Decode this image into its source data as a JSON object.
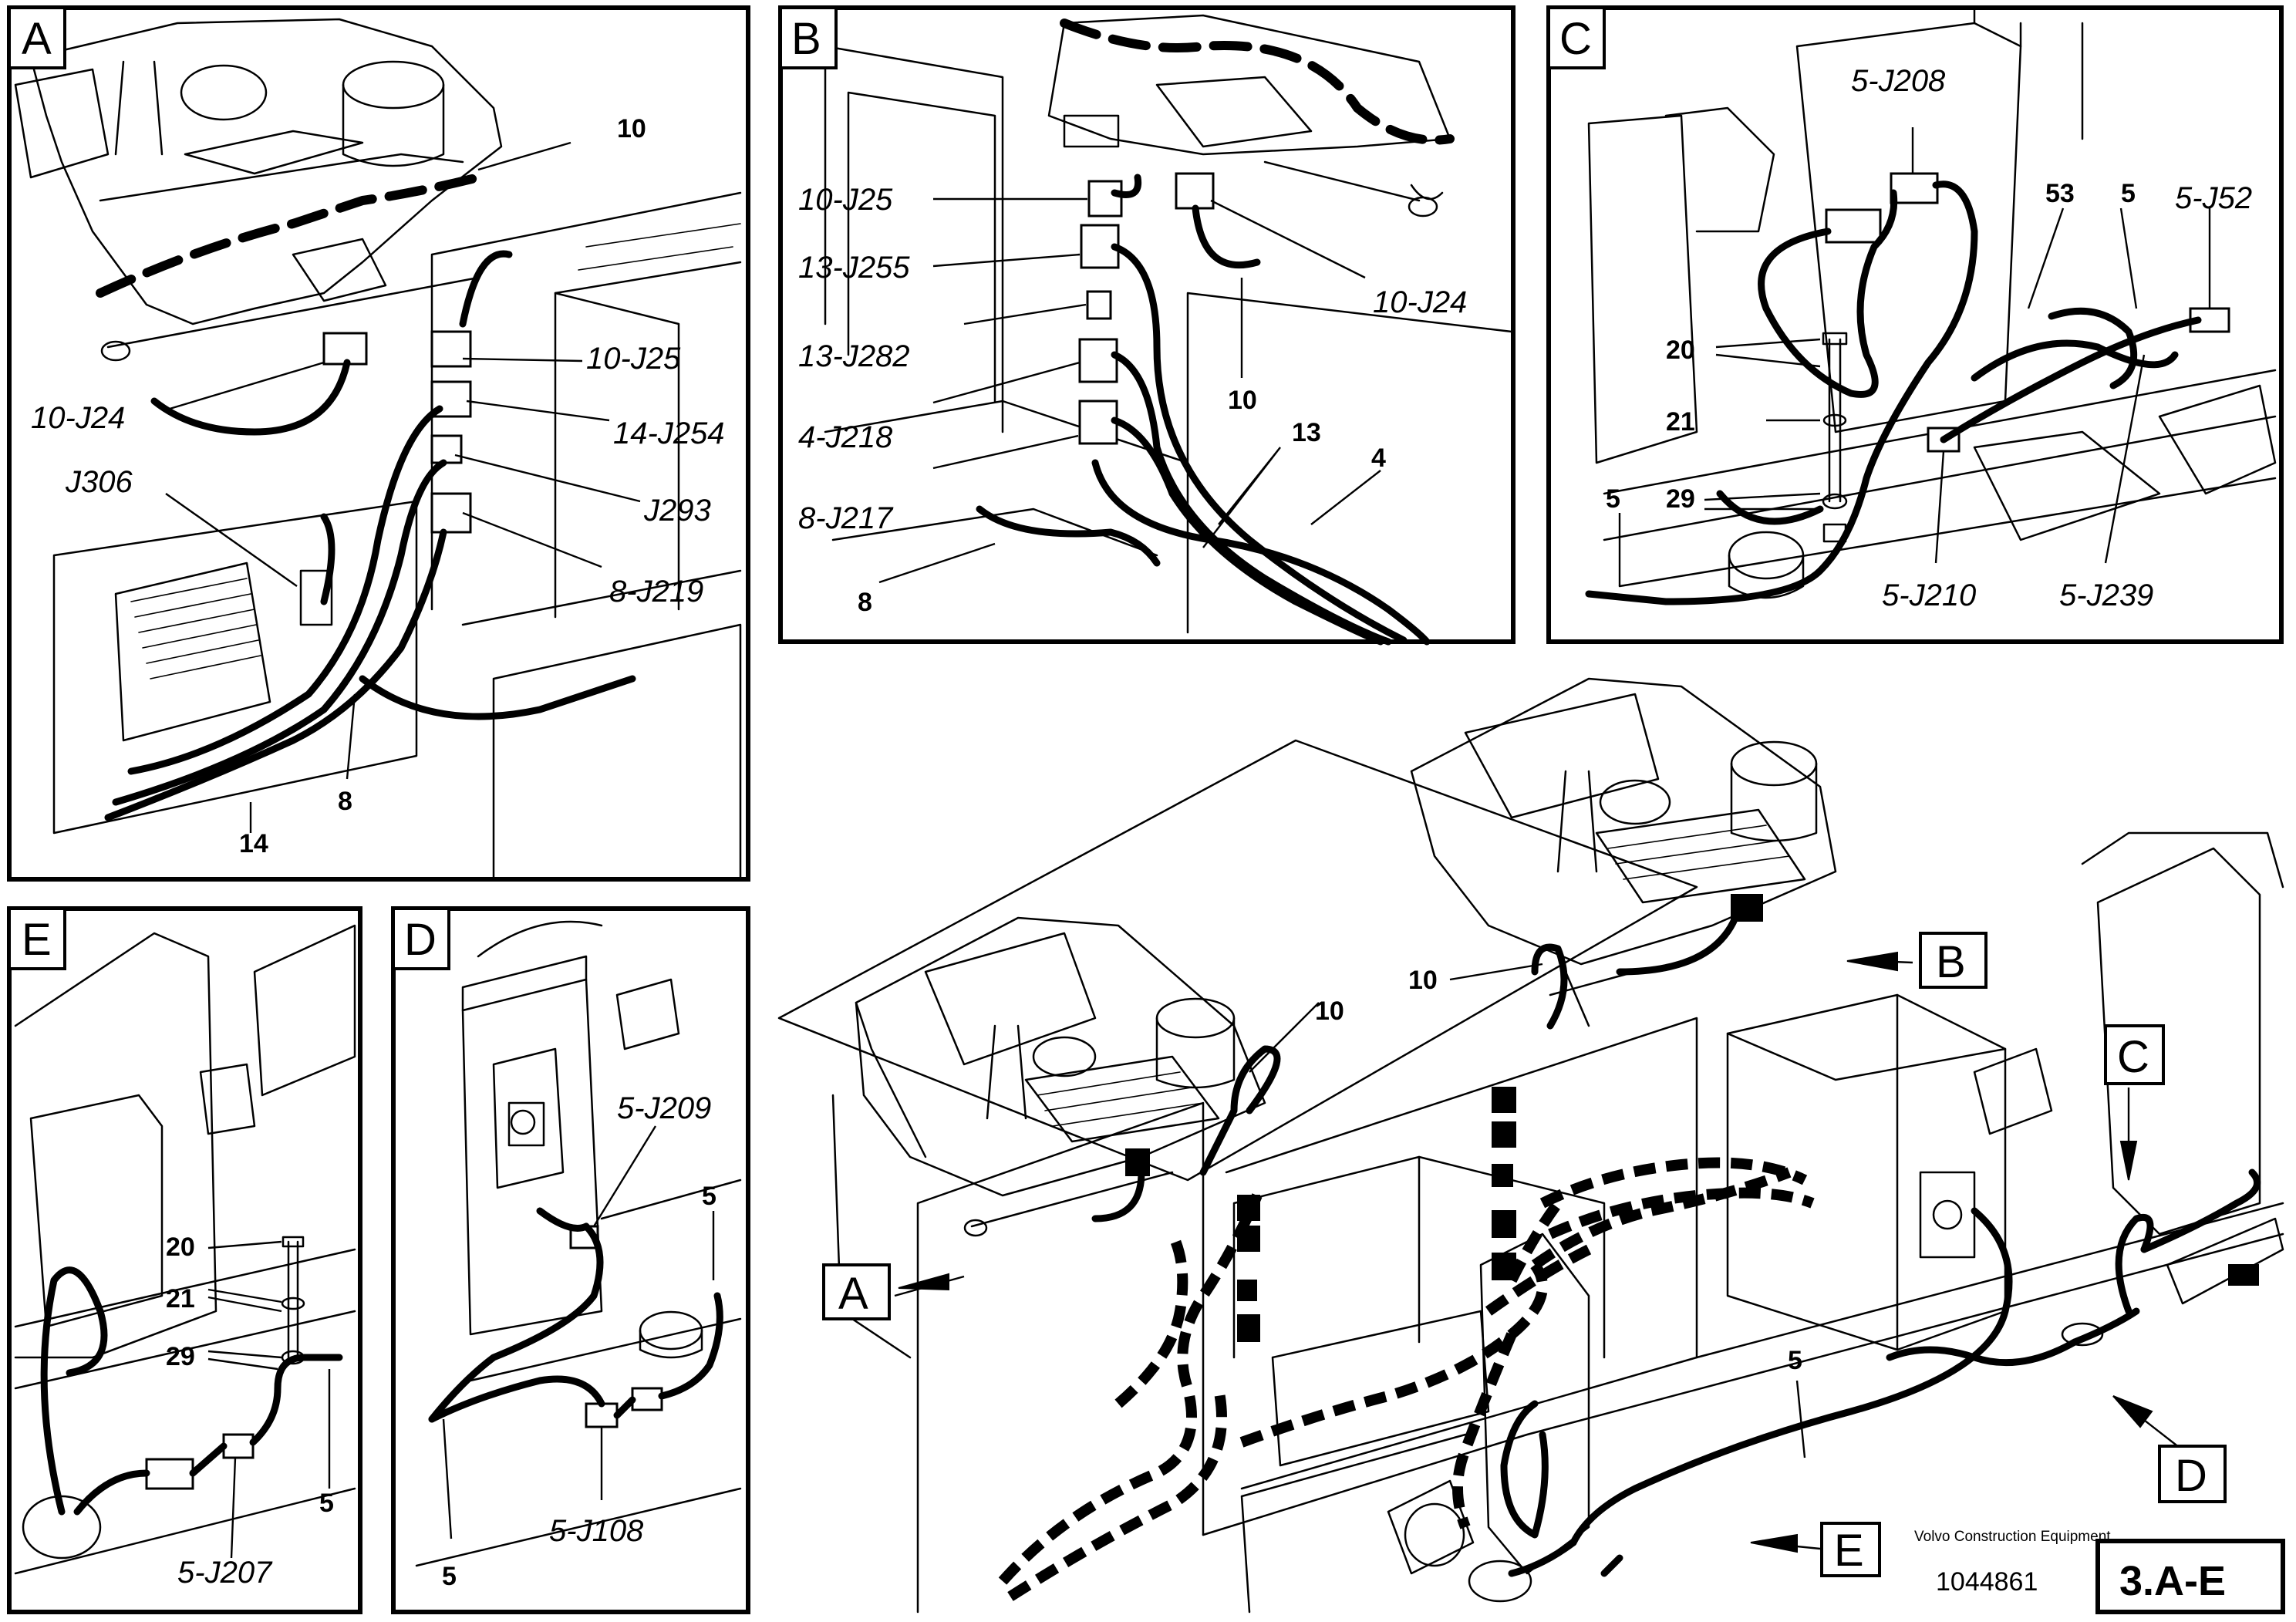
{
  "panels": {
    "A": {
      "tag": "A",
      "labels": {
        "l10": "10",
        "l10_J25": "10-J25",
        "l14_J254": "14-J254",
        "l10_J24": "10-J24",
        "lJ306": "J306",
        "lJ293": "J293",
        "l8_J219": "8-J219",
        "l14": "14",
        "l8": "8"
      }
    },
    "B": {
      "tag": "B",
      "labels": {
        "l10_J25": "10-J25",
        "l13_J255": "13-J255",
        "l13_J282": "13-J282",
        "l4_J218": "4-J218",
        "l8_J217": "8-J217",
        "l10_J24": "10-J24",
        "l10": "10",
        "l13": "13",
        "l4": "4",
        "l8": "8"
      }
    },
    "C": {
      "tag": "C",
      "labels": {
        "l5_J208": "5-J208",
        "l53": "53",
        "l5": "5",
        "l5_J52": "5-J52",
        "l20": "20",
        "l21": "21",
        "l29": "29",
        "l5b": "5",
        "l5_J210": "5-J210",
        "l5_J239": "5-J239"
      }
    },
    "D": {
      "tag": "D",
      "labels": {
        "l5_J209": "5-J209",
        "l5": "5",
        "l5b": "5",
        "l5_J108": "5-J108"
      }
    },
    "E": {
      "tag": "E",
      "labels": {
        "l20": "20",
        "l21": "21",
        "l29": "29",
        "l5": "5",
        "l5_J207": "5-J207"
      }
    }
  },
  "overview": {
    "callout_A": "A",
    "callout_B": "B",
    "callout_C": "C",
    "callout_D": "D",
    "callout_E": "E",
    "l10_left": "10",
    "l10_right": "10",
    "l5": "5"
  },
  "footer": {
    "publisher": "Volvo Construction Equipment",
    "drawing_number": "1044861",
    "figure_ref": "3.A-E"
  }
}
